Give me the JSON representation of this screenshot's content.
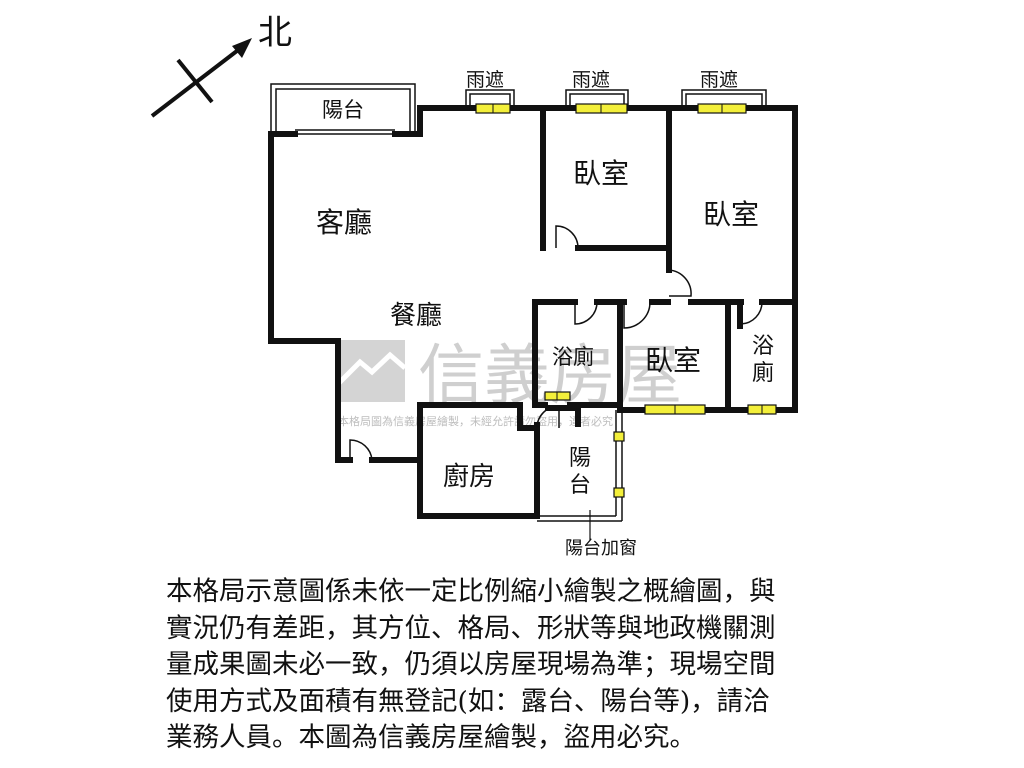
{
  "compass": {
    "label": "北"
  },
  "rooms": {
    "balcony_top": "陽台",
    "canopy_1": "雨遮",
    "canopy_2": "雨遮",
    "canopy_3": "雨遮",
    "bedroom_1": "臥室",
    "bedroom_2": "臥室",
    "bedroom_3": "臥室",
    "living_room": "客廳",
    "dining_room": "餐廳",
    "bathroom_1": "浴廁",
    "bathroom_2_top": "浴",
    "bathroom_2_bottom": "廁",
    "kitchen": "廚房",
    "balcony_bottom_top": "陽",
    "balcony_bottom_bottom": "台",
    "balcony_window_note": "陽台加窗"
  },
  "watermark": {
    "brand": "信義房屋",
    "notice": "本格局圖為信義房屋繪製，未經允許請勿盜用，違者必究"
  },
  "disclaimer": {
    "lines": [
      "本格局示意圖係未依一定比例縮小繪製之概繪圖，與",
      "實況仍有差距，其方位、格局、形狀等與地政機關測",
      "量成果圖未必一致，仍須以房屋現場為準；現場空間",
      "使用方式及面積有無登記(如：露台、陽台等)，請洽",
      "業務人員。本圖為信義房屋繪製，盜用必究。"
    ]
  },
  "colors": {
    "wall": "#111111",
    "window": "#f3ef3a",
    "watermark": "#cfcfcf"
  }
}
